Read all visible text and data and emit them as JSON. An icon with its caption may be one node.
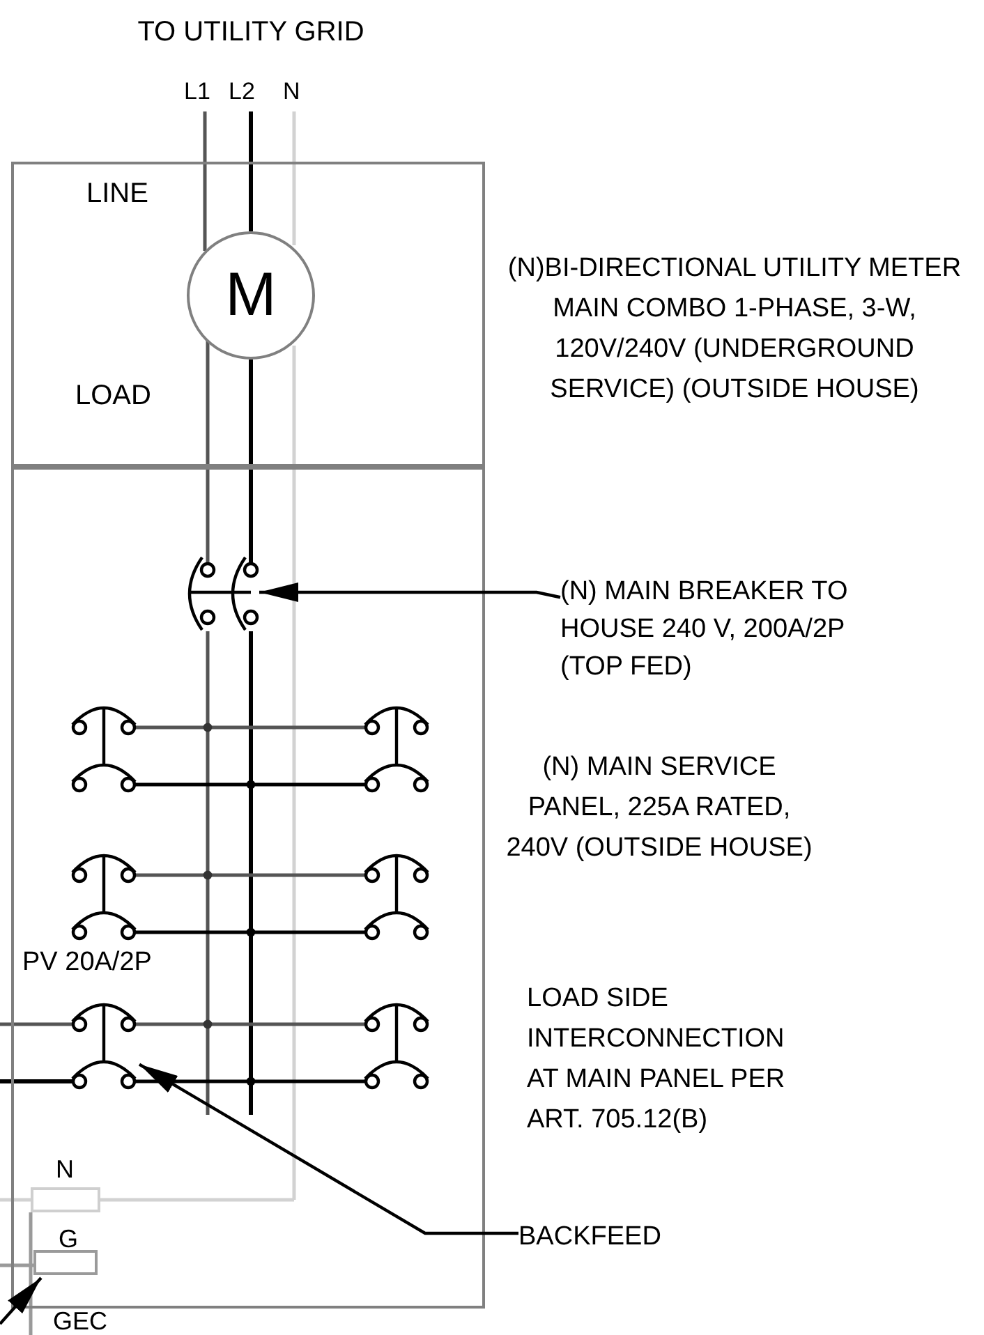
{
  "diagram": {
    "nodes": [
      {
        "text": [
          "LINE",
          "LOAD"
        ]
      },
      {
        "text": [
          "M"
        ],
        "in": 0
      },
      {
        "text": [],
        "shape": "box"
      },
      {
        "text": [],
        "shape": "picture",
        "in": 2
      },
      {
        "text": [
          "(N) MAIN BREAKER TO HOUSE 240 V, 200A/2P (TOP FED)"
        ]
      },
      {
        "text": [],
        "shape": "picture",
        "in": 2,
        "beside": [
          "PV 20A/2P"
        ]
      },
      {
        "text": [
          "N"
        ],
        "in": 2
      },
      {
        "text": [
          "G"
        ],
        "in": 2
      },
      {
        "text": [
          "BACKFEED"
        ]
      }
    ],
    "edges": [
      {
        "from": 4,
        "to": 3,
        "arrow": "to"
      },
      {
        "from": 8,
        "to": 5,
        "arrow": "to"
      },
      {
        "from": null,
        "to": 7,
        "arrow": "to"
      }
    ],
    "labels": [
      "TO UTILITY GRID",
      "L1",
      "L2",
      "N",
      "(N)BI-DIRECTIONAL UTILITY METER MAIN COMBO 1-PHASE, 3-W, 120V/240V (UNDERGROUND SERVICE) (OUTSIDE HOUSE)",
      "(N) MAIN SERVICE PANEL, 225A RATED, 240V (OUTSIDE HOUSE)",
      "LOAD SIDE INTERCONNECTION AT MAIN PANEL PER ART. 705.12(B)",
      "GEC"
    ]
  }
}
